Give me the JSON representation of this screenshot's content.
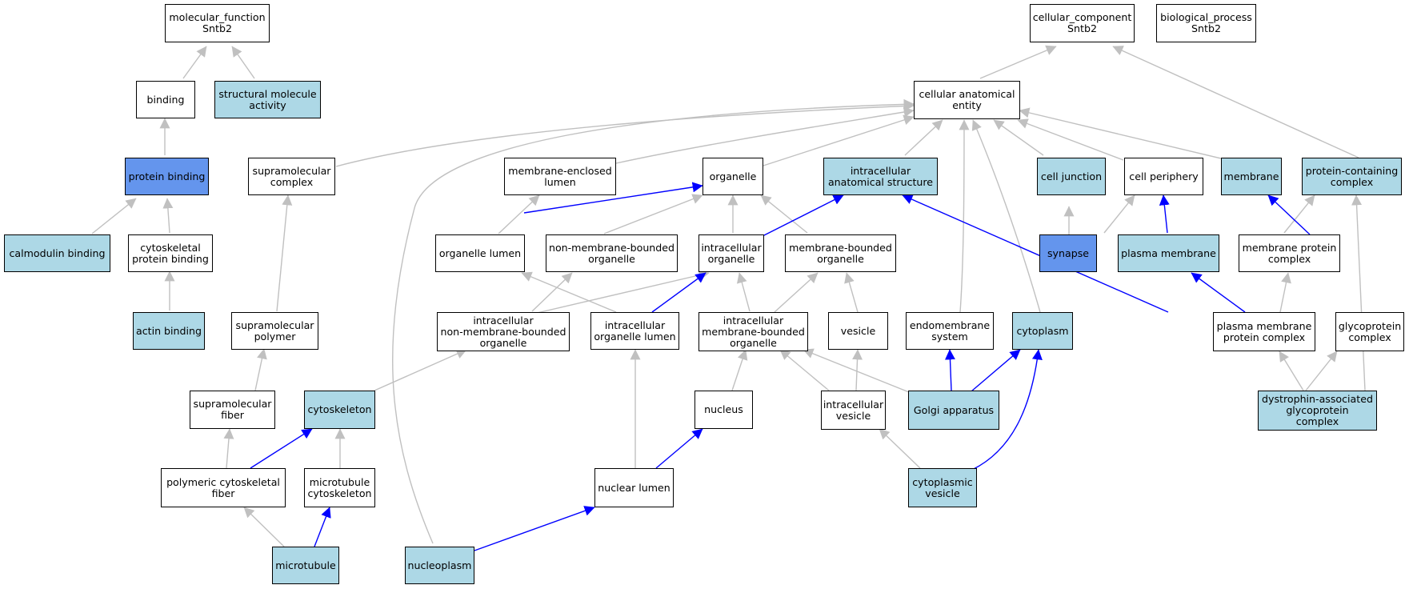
{
  "colors": {
    "plain": "#ffffff",
    "highlight": "#add8e6",
    "strong": "#6495ed",
    "edge_default": "#c0c0c0",
    "edge_blue": "#0000ff"
  },
  "nodes": {
    "molecular_function": "molecular_function\nSntb2",
    "cellular_component": "cellular_component\nSntb2",
    "biological_process": "biological_process\nSntb2",
    "binding": "binding",
    "structural_molecule_activity": "structural molecule\nactivity",
    "cellular_anatomical_entity": "cellular anatomical\nentity",
    "protein_binding": "protein binding",
    "supramolecular_complex": "supramolecular\ncomplex",
    "membrane_enclosed_lumen": "membrane-enclosed\nlumen",
    "organelle": "organelle",
    "intracellular_anatomical_structure": "intracellular\nanatomical structure",
    "cell_junction": "cell junction",
    "cell_periphery": "cell periphery",
    "membrane": "membrane",
    "protein_containing_complex": "protein-containing\ncomplex",
    "calmodulin_binding": "calmodulin binding",
    "cytoskeletal_protein_binding": "cytoskeletal\nprotein binding",
    "organelle_lumen": "organelle lumen",
    "non_membrane_bounded_organelle": "non-membrane-bounded\norganelle",
    "intracellular_organelle": "intracellular\norganelle",
    "membrane_bounded_organelle": "membrane-bounded\norganelle",
    "synapse": "synapse",
    "plasma_membrane": "plasma membrane",
    "membrane_protein_complex": "membrane protein\ncomplex",
    "actin_binding": "actin binding",
    "supramolecular_polymer": "supramolecular\npolymer",
    "intracellular_nmb_organelle": "intracellular\nnon-membrane-bounded\norganelle",
    "intracellular_organelle_lumen": "intracellular\norganelle lumen",
    "intracellular_mb_organelle": "intracellular\nmembrane-bounded\norganelle",
    "vesicle": "vesicle",
    "endomembrane_system": "endomembrane\nsystem",
    "cytoplasm": "cytoplasm",
    "plasma_membrane_protein_complex": "plasma membrane\nprotein complex",
    "glycoprotein_complex": "glycoprotein\ncomplex",
    "supramolecular_fiber": "supramolecular\nfiber",
    "cytoskeleton": "cytoskeleton",
    "nucleus": "nucleus",
    "intracellular_vesicle": "intracellular\nvesicle",
    "golgi_apparatus": "Golgi apparatus",
    "dystrophin_complex": "dystrophin-associated\nglycoprotein\ncomplex",
    "polymeric_cytoskeletal_fiber": "polymeric cytoskeletal\nfiber",
    "microtubule_cytoskeleton": "microtubule\ncytoskeleton",
    "nuclear_lumen": "nuclear lumen",
    "cytoplasmic_vesicle": "cytoplasmic\nvesicle",
    "microtubule": "microtubule",
    "nucleoplasm": "nucleoplasm"
  }
}
